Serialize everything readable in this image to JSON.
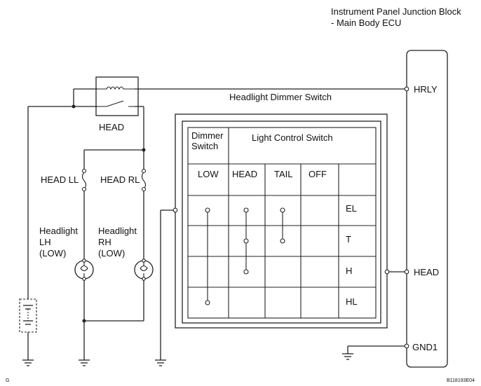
{
  "ecu": {
    "title_line1": "Instrument Panel Junction Block",
    "title_line2": "- Main Body ECU",
    "pin_hrly": "HRLY",
    "pin_head": "HEAD",
    "pin_gnd": "GND1"
  },
  "relay": {
    "label": "HEAD"
  },
  "fuses": {
    "left": "HEAD LL",
    "right": "HEAD RL"
  },
  "headlights": {
    "left": [
      "Headlight",
      "LH",
      "(LOW)"
    ],
    "right": [
      "Headlight",
      "RH",
      "(LOW)"
    ]
  },
  "dimmer": {
    "title": "Headlight Dimmer Switch",
    "header_dimmer": [
      "Dimmer",
      "Switch"
    ],
    "header_light": "Light Control Switch",
    "cols": [
      "LOW",
      "HEAD",
      "TAIL",
      "OFF"
    ],
    "rows": [
      "EL",
      "T",
      "H",
      "HL"
    ]
  },
  "footer": {
    "left": "G",
    "right": "B118193E04"
  }
}
